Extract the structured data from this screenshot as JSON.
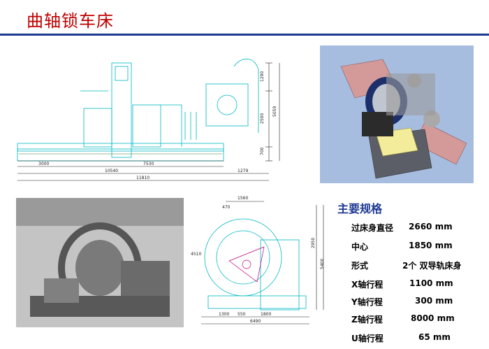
{
  "title": "曲轴锁车床",
  "spec": {
    "heading": "主要规格",
    "rows": [
      {
        "label": "过床身直径",
        "value": "2660 mm"
      },
      {
        "label": "中心",
        "value": "1850 mm"
      },
      {
        "label": "形式",
        "value": "2个 双导轨床身"
      },
      {
        "label": "X轴行程",
        "value": "1100 mm"
      },
      {
        "label": "Y轴行程",
        "value": "300 mm"
      },
      {
        "label": "Z轴行程",
        "value": "8000 mm"
      },
      {
        "label": "U轴行程",
        "value": "65 mm"
      }
    ]
  },
  "drawing_top": {
    "dims": [
      "3000",
      "7530",
      "10540",
      "1279",
      "11810",
      "1290",
      "2500",
      "5059",
      "700"
    ]
  },
  "drawing_bottom": {
    "dims": [
      "1560",
      "470",
      "2950",
      "5400",
      "1300",
      "550",
      "1800",
      "6490",
      "4510"
    ]
  }
}
